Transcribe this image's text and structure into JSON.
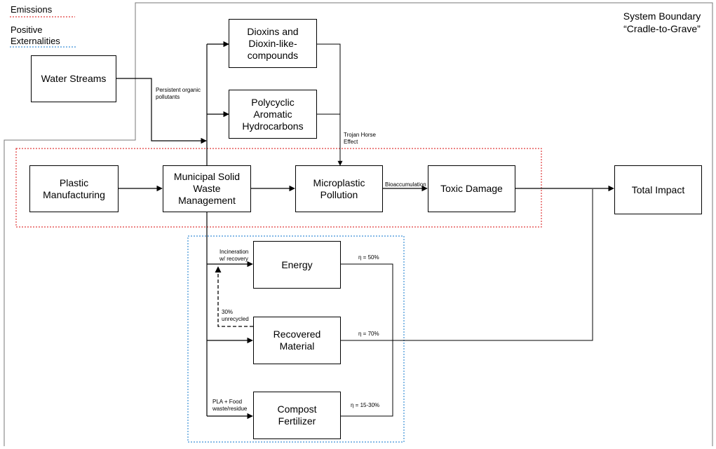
{
  "legend": {
    "emissions": "Emissions",
    "positive_externalities": "Positive\nExternalities",
    "emissions_color": "#e03a3a",
    "positive_color": "#3a8fd6"
  },
  "system_boundary": "System Boundary\n“Cradle-to-Grave”",
  "nodes": {
    "water_streams": "Water Streams",
    "dioxins": "Dioxins and\nDioxin-like-\ncompounds",
    "pah": "Polycyclic\nAromatic\nHydrocarbons",
    "plastic_manufacturing": "Plastic\nManufacturing",
    "msw_management": "Municipal Solid\nWaste\nManagement",
    "microplastic_pollution": "Microplastic\nPollution",
    "toxic_damage": "Toxic Damage",
    "total_impact": "Total Impact",
    "energy": "Energy",
    "recovered_material": "Recovered\nMaterial",
    "compost_fertilizer": "Compost\nFertilizer"
  },
  "labels": {
    "persistent_pollutants": "Persistent organic\npollutants",
    "trojan_horse": "Trojan Horse\nEffect",
    "bioaccumulation": "Bioaccumulation",
    "incineration": "Incineration\nw/ recovery",
    "unrecycled": "30%\nunrecycled",
    "pla_food": "PLA + Food\nwaste/residue",
    "eta_energy": "η = 50%",
    "eta_material": "η = 70%",
    "eta_compost": "η = 15-30%"
  }
}
